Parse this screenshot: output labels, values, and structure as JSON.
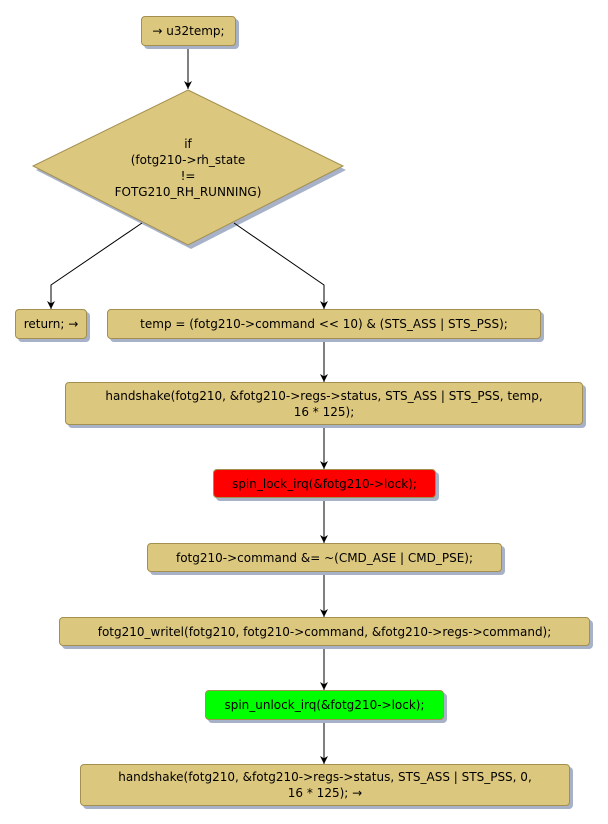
{
  "diagram": {
    "type": "flowchart",
    "colors": {
      "node_fill": "#dcc77e",
      "node_border": "#a38f4f",
      "shadow": "#a7b2c9",
      "lock_fill": "#ff0000",
      "unlock_fill": "#00ff00",
      "edge": "#000000"
    },
    "nodes": {
      "start": "→ u32temp;",
      "decision": "if\n(fotg210->rh_state\n!=\nFOTG210_RH_RUNNING)",
      "return": "return; →",
      "temp_assign": "temp = (fotg210->command << 10) & (STS_ASS | STS_PSS);",
      "handshake1": "handshake(fotg210, &fotg210->regs->status, STS_ASS | STS_PSS, temp,\n16 * 125);",
      "spin_lock": "spin_lock_irq(&fotg210->lock);",
      "command_clear": "fotg210->command &= ~(CMD_ASE | CMD_PSE);",
      "writel": "fotg210_writel(fotg210, fotg210->command, &fotg210->regs->command);",
      "spin_unlock": "spin_unlock_irq(&fotg210->lock);",
      "handshake2": "handshake(fotg210, &fotg210->regs->status, STS_ASS | STS_PSS, 0,\n16 * 125); →"
    },
    "edges": [
      {
        "from": "start",
        "to": "decision"
      },
      {
        "from": "decision",
        "to": "return"
      },
      {
        "from": "decision",
        "to": "temp_assign"
      },
      {
        "from": "temp_assign",
        "to": "handshake1"
      },
      {
        "from": "handshake1",
        "to": "spin_lock"
      },
      {
        "from": "spin_lock",
        "to": "command_clear"
      },
      {
        "from": "command_clear",
        "to": "writel"
      },
      {
        "from": "writel",
        "to": "spin_unlock"
      },
      {
        "from": "spin_unlock",
        "to": "handshake2"
      }
    ]
  }
}
